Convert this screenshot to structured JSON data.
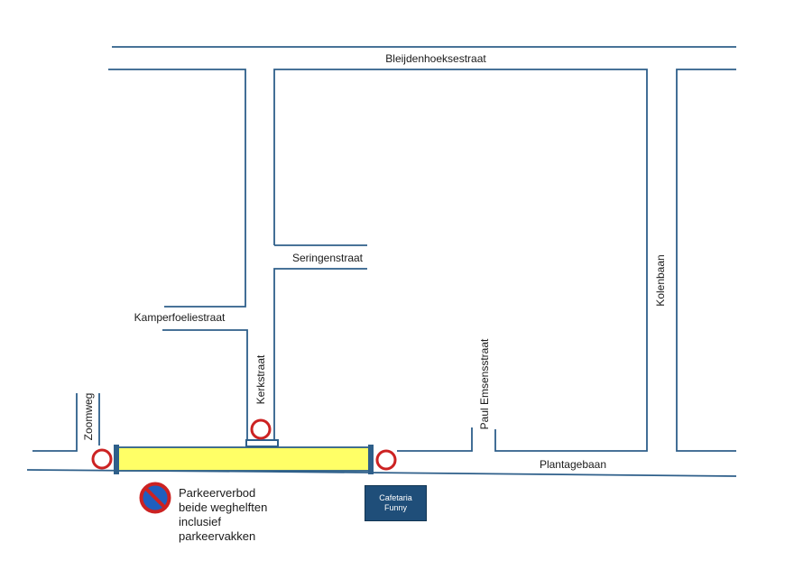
{
  "streets": {
    "bleijdenhoeksestraat": "Bleijdenhoeksestraat",
    "seringenstraat": "Seringenstraat",
    "kamperfoeliestraat": "Kamperfoeliestraat",
    "kerkstraat": "Kerkstraat",
    "zoomweg": "Zoomweg",
    "paul_emsensstraat": "Paul Emsensstraat",
    "plantagebaan": "Plantagebaan",
    "kolenbaan": "Kolenbaan"
  },
  "legend": {
    "icon": "no-parking-sign-icon",
    "lines": [
      "Parkeerverbod",
      "beide weghelften",
      "inclusief",
      "parkeervakken"
    ]
  },
  "poi": {
    "cafeteria": {
      "line1": "Cafetaria",
      "line2": "Funny"
    }
  },
  "closed_section": {
    "fill_color": "#ffff66",
    "icon": "road-closure-barrier-icon"
  },
  "colors": {
    "road_line": "#2e5f8a",
    "closed_section": "#ffff66",
    "no_entry_sign": "#cc2222",
    "no_parking_blue": "#1f5fbf",
    "cafeteria": "#1f4e79"
  }
}
